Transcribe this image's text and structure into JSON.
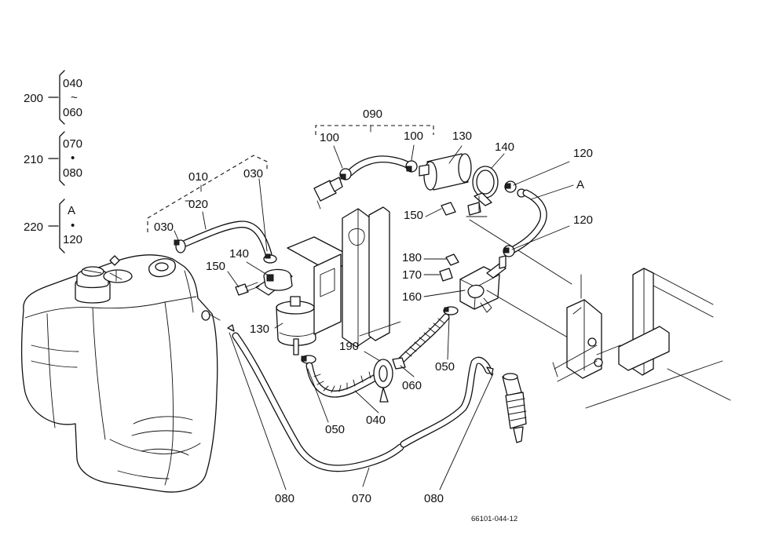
{
  "legend": [
    {
      "group": "200",
      "first": "040",
      "sep": "~",
      "last": "060"
    },
    {
      "group": "210",
      "first": "070",
      "sep": "•",
      "last": "080"
    },
    {
      "group": "220",
      "first": "A",
      "sep": "•",
      "last": "120"
    }
  ],
  "callouts": {
    "p010": "010",
    "p020": "020",
    "p030a": "030",
    "p030b": "030",
    "p090": "090",
    "p100a": "100",
    "p100b": "100",
    "p130a": "130",
    "p140a": "140",
    "p120a": "120",
    "pA": "A",
    "p150a": "150",
    "p120b": "120",
    "p140b": "140",
    "p150b": "150",
    "p180": "180",
    "p170": "170",
    "p160": "160",
    "p130b": "130",
    "p190": "190",
    "p060": "060",
    "p050a": "050",
    "p050b": "050",
    "p040": "040",
    "p080a": "080",
    "p070": "070",
    "p080b": "080"
  },
  "drawing_number": "66101-044-12"
}
